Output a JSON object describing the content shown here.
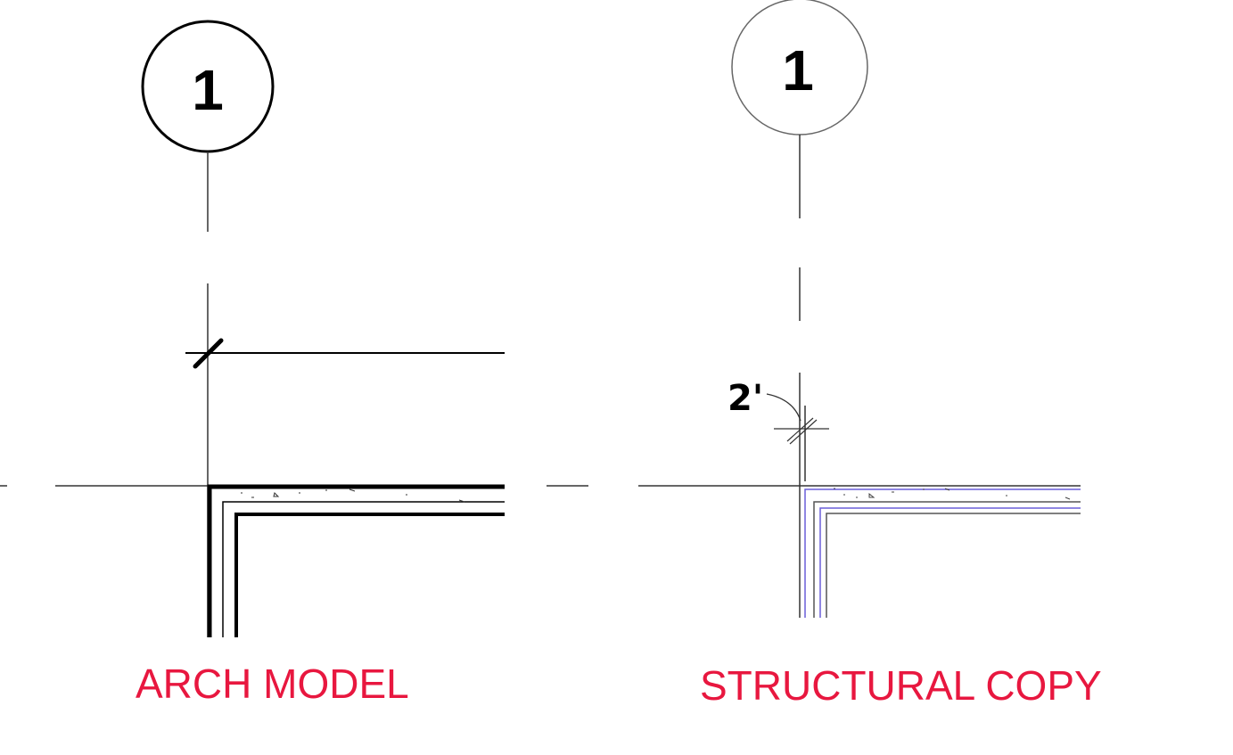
{
  "left_panel": {
    "grid_bubble": "1",
    "caption": "ARCH MODEL"
  },
  "right_panel": {
    "grid_bubble": "1",
    "offset_label": "2'",
    "caption": "STRUCTURAL COPY"
  },
  "colors": {
    "caption": "#e8173f",
    "structural_line": "#6a5fd8"
  }
}
